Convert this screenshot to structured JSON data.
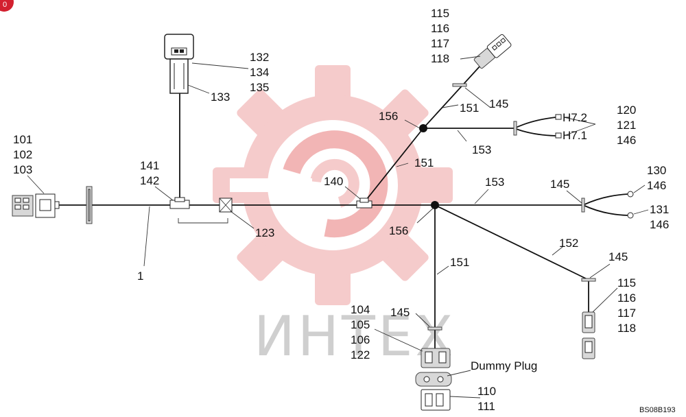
{
  "badge": "0",
  "watermark": "ИНТЕХ",
  "code": "BS08B193",
  "colors": {
    "watermark_gear": "#f4c2c2",
    "watermark_gear_dark": "#f0a9a9",
    "badge": "#d3202f"
  },
  "labels": {
    "l101": "101",
    "l102": "102",
    "l103": "103",
    "l1": "1",
    "l141": "141",
    "l142": "142",
    "l132": "132",
    "l134": "134",
    "l135": "135",
    "l133": "133",
    "l123": "123",
    "l140": "140",
    "l156a": "156",
    "l156b": "156",
    "l151a": "151",
    "l151b": "151",
    "l151c": "151",
    "l153a": "153",
    "l153b": "153",
    "l115a": "115",
    "l116a": "116",
    "l117a": "117",
    "l118a": "118",
    "l145a": "145",
    "l145b": "145",
    "l145c": "145",
    "l145d": "145",
    "h72": "H7.2",
    "h71": "H7.1",
    "l120": "120",
    "l121": "121",
    "l146a": "146",
    "l130": "130",
    "l146b": "146",
    "l131": "131",
    "l146c": "146",
    "l152": "152",
    "l115b": "115",
    "l116b": "116",
    "l117b": "117",
    "l118b": "118",
    "l104": "104",
    "l105": "105",
    "l106": "106",
    "l122": "122",
    "dummy": "Dummy Plug",
    "l110": "110",
    "l111": "111"
  }
}
